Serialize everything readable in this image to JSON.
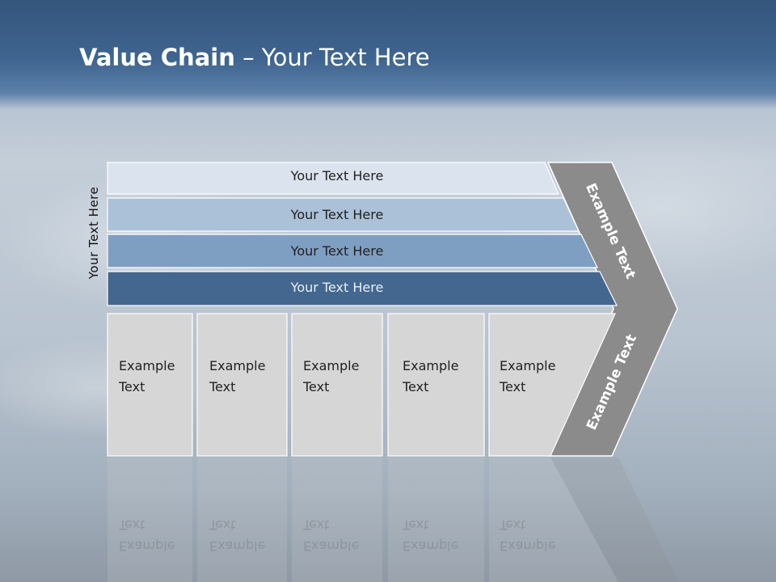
{
  "title": {
    "bold": "Value Chain",
    "rest": " – Your Text Here"
  },
  "side_label": "Your Text Here",
  "bars": [
    {
      "label": "Your Text Here"
    },
    {
      "label": "Your Text Here"
    },
    {
      "label": "Your Text Here"
    },
    {
      "label": "Your Text Here"
    }
  ],
  "cells": [
    {
      "line1": "Example",
      "line2": "Text"
    },
    {
      "line1": "Example",
      "line2": "Text"
    },
    {
      "line1": "Example",
      "line2": "Text"
    },
    {
      "line1": "Example",
      "line2": "Text"
    },
    {
      "line1": "Example",
      "line2": "Text"
    }
  ],
  "chevron": {
    "upper_label": "Example Text",
    "lower_label": "Example Text"
  },
  "colors": {
    "bar1": "#dbe3ee",
    "bar2": "#abc1d8",
    "bar3": "#7f9fc2",
    "bar4": "#44678f",
    "cell": "#d6d6d6",
    "chevron": "#8b8b8b"
  }
}
